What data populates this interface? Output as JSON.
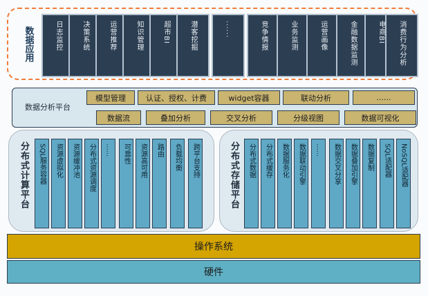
{
  "data_apps": {
    "title": "数据应用",
    "items": [
      "日志监控",
      "决策系统",
      "运营推荐",
      "知识管理",
      "超市BI",
      "潜客挖掘",
      "......",
      "竞争情报",
      "业务监测",
      "运营画像",
      "金融数据监测",
      "电商BI",
      "消费行为分析"
    ]
  },
  "platform": {
    "title": "数据分析平台",
    "row1": [
      "模型管理",
      "认证、授权、计费",
      "widget容器",
      "联动分析",
      "......"
    ],
    "row2": [
      "数据流",
      "叠加分析",
      "交叉分析",
      "分级视图",
      "数据可视化"
    ]
  },
  "computing": {
    "title": "分布式计算平台",
    "items": [
      "SQL服务容器",
      "资源虚拟化",
      "资源缓冲池",
      "分布式资源调度",
      "......",
      "可靠性",
      "资源高可用",
      "路由",
      "负载均衡",
      "跨平台支持"
    ]
  },
  "storage": {
    "title": "分布式存储平台",
    "items": [
      "分布式数据",
      "分布式缓存",
      "数据服务化",
      "数据联动引擎",
      "......",
      "数据交叉分享",
      "数据叠加引擎",
      "数据复制",
      "SQL适配器",
      "NoSQL适配器"
    ]
  },
  "os": {
    "label": "操作系统"
  },
  "hardware": {
    "label": "硬件"
  }
}
